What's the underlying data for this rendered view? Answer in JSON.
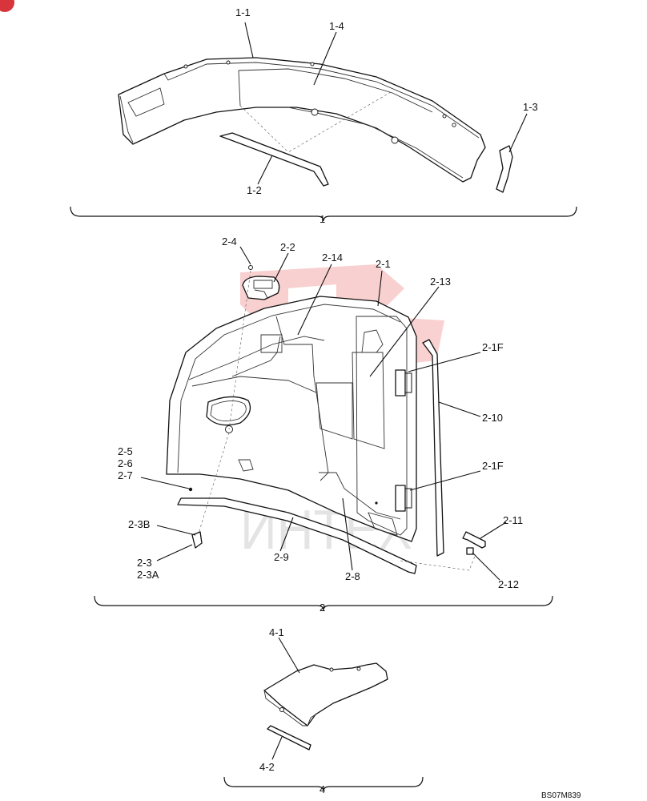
{
  "colors": {
    "line": "#111111",
    "watermark": "#e85a5a",
    "badge": "#d8343b"
  },
  "watermark": {
    "text": "ИНТЕХ",
    "icon": "kanji-seal-watermark-icon"
  },
  "drawing_code": "BS07M839",
  "groups": [
    {
      "id": "1",
      "label": "1"
    },
    {
      "id": "2",
      "label": "2"
    },
    {
      "id": "4",
      "label": "4"
    }
  ],
  "labels": {
    "p1_1": "1-1",
    "p1_2": "1-2",
    "p1_3": "1-3",
    "p1_4": "1-4",
    "p2_1": "2-1",
    "p2_1F_a": "2-1F",
    "p2_1F_b": "2-1F",
    "p2_2": "2-2",
    "p2_3": "2-3",
    "p2_3A": "2-3A",
    "p2_3B": "2-3B",
    "p2_4": "2-4",
    "p2_5": "2-5",
    "p2_6": "2-6",
    "p2_7": "2-7",
    "p2_8": "2-8",
    "p2_9": "2-9",
    "p2_10": "2-10",
    "p2_11": "2-11",
    "p2_12": "2-12",
    "p2_13": "2-13",
    "p2_14": "2-14",
    "p4_1": "4-1",
    "p4_2": "4-2"
  }
}
